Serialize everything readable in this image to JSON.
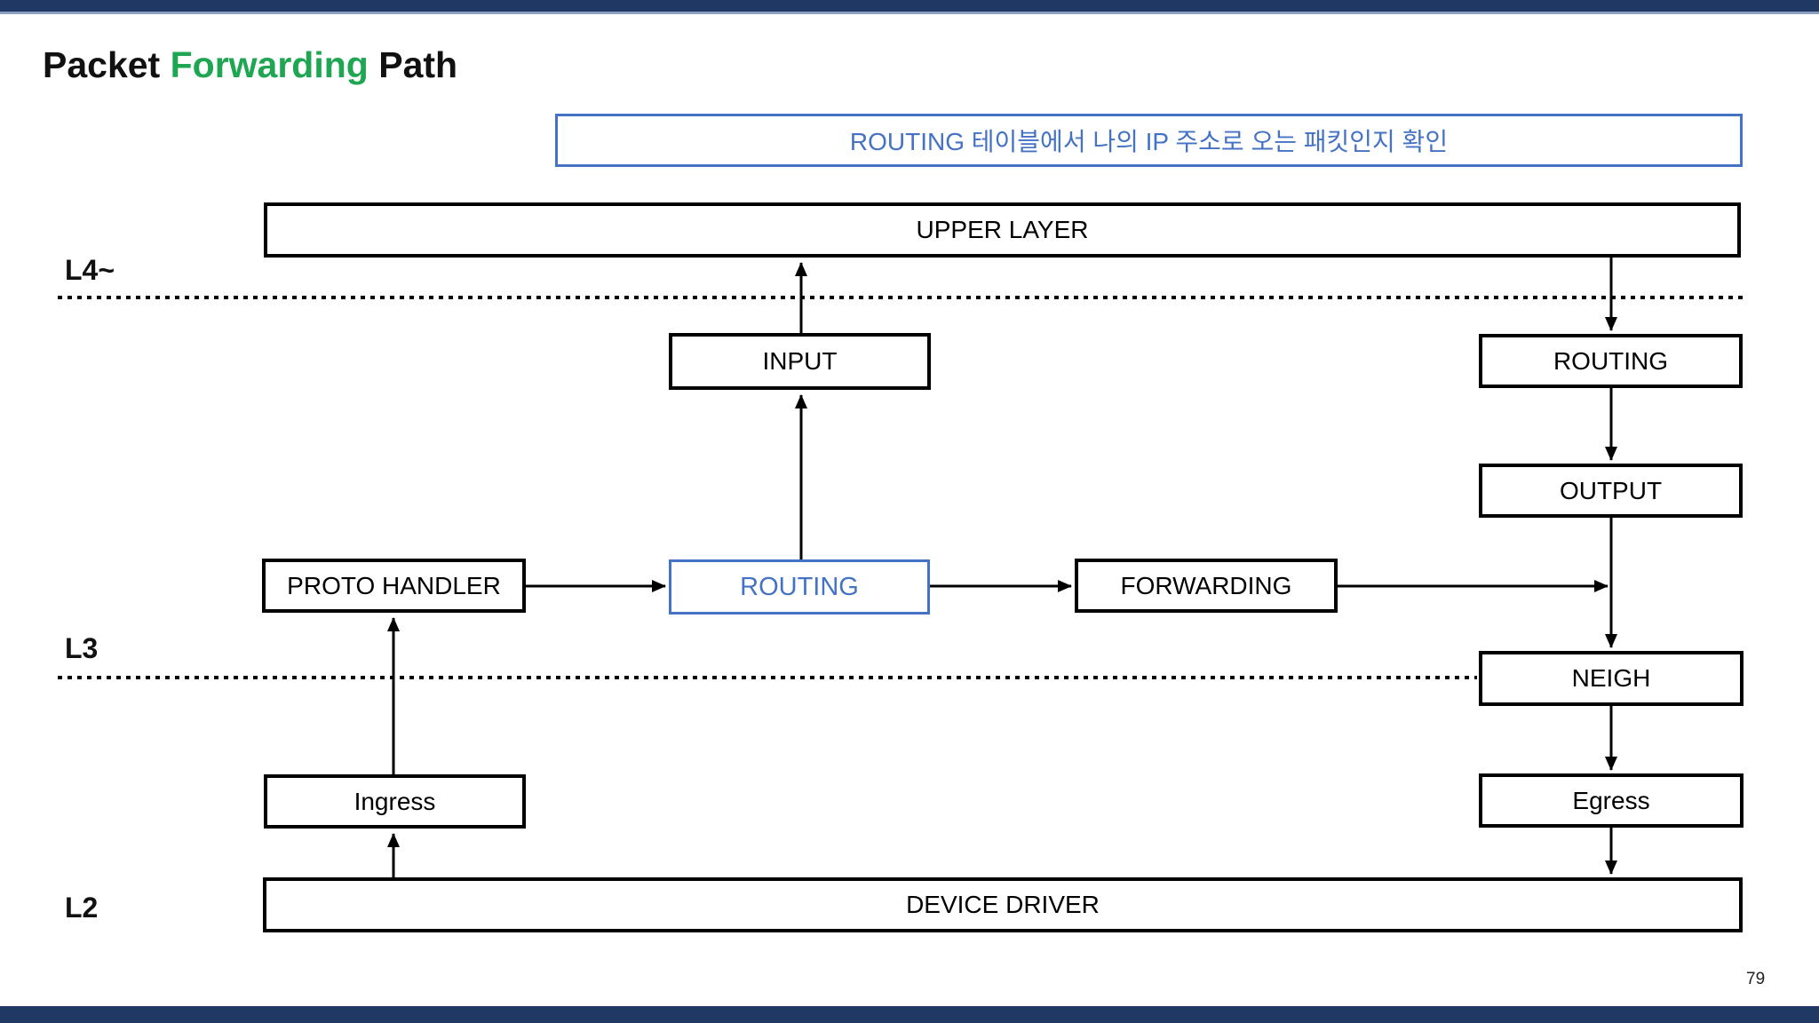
{
  "slide": {
    "title": {
      "prefix": "Packet ",
      "highlight": "Forwarding",
      "suffix": " Path"
    },
    "page_number": "79"
  },
  "callout": {
    "text": "ROUTING 테이블에서 나의 IP 주소로 오는 패킷인지 확인"
  },
  "layer_labels": {
    "l4": "L4~",
    "l3": "L3",
    "l2": "L2"
  },
  "nodes": {
    "upper_layer": "UPPER LAYER",
    "input": "INPUT",
    "routing_right": "ROUTING",
    "output": "OUTPUT",
    "proto_handler": "PROTO HANDLER",
    "routing_center": "ROUTING",
    "forwarding": "FORWARDING",
    "neigh": "NEIGH",
    "ingress": "Ingress",
    "egress": "Egress",
    "device_driver": "DEVICE DRIVER"
  },
  "edges": [
    {
      "from": "INPUT",
      "to": "UPPER LAYER",
      "direction": "up"
    },
    {
      "from": "ROUTING (center)",
      "to": "INPUT",
      "direction": "up"
    },
    {
      "from": "UPPER LAYER",
      "to": "ROUTING (right)",
      "direction": "down"
    },
    {
      "from": "ROUTING (right)",
      "to": "OUTPUT",
      "direction": "down"
    },
    {
      "from": "OUTPUT",
      "to": "NEIGH",
      "direction": "down"
    },
    {
      "from": "PROTO HANDLER",
      "to": "ROUTING (center)",
      "direction": "right"
    },
    {
      "from": "ROUTING (center)",
      "to": "FORWARDING",
      "direction": "right"
    },
    {
      "from": "FORWARDING",
      "to": "OUTPUT-NEIGH line",
      "direction": "right"
    },
    {
      "from": "Ingress",
      "to": "PROTO HANDLER",
      "direction": "up"
    },
    {
      "from": "DEVICE DRIVER",
      "to": "Ingress",
      "direction": "up"
    },
    {
      "from": "NEIGH",
      "to": "Egress",
      "direction": "down"
    },
    {
      "from": "Egress",
      "to": "DEVICE DRIVER",
      "direction": "down"
    }
  ],
  "colors": {
    "accent_blue": "#4472C4",
    "title_green": "#1EA652",
    "bar_navy": "#1F3864",
    "bar_underline": "#8DA0BD",
    "diagram_black": "#000000"
  }
}
